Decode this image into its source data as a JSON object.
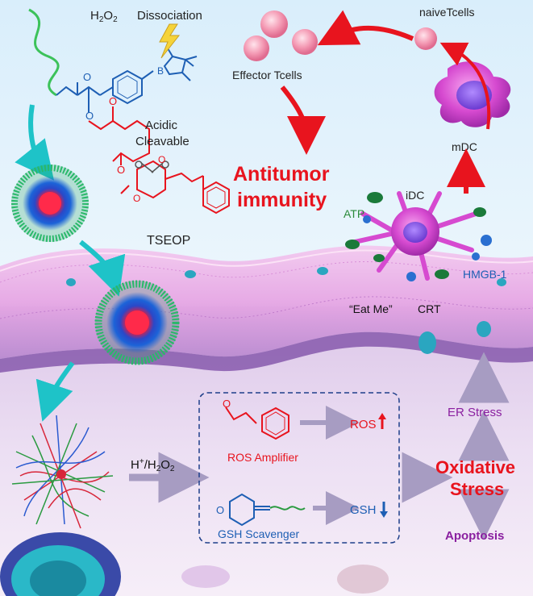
{
  "labels": {
    "h2o2_main": "H",
    "h2o2_sub1": "2",
    "h2o2_mid": "O",
    "h2o2_sub2": "2",
    "dissociation": "Dissociation",
    "acidic_line1": "Acidic",
    "acidic_line2": "Cleavable",
    "tseop": "TSEOP",
    "naive_tcells": "naiveTcells",
    "effector_tcells": "Effector Tcells",
    "mdc": "mDC",
    "idc": "iDC",
    "atp": "ATP",
    "hmgb1": "HMGB-1",
    "eat_me": "“Eat Me”",
    "crt": "CRT",
    "antitumor_line1": "Antitumor",
    "antitumor_line2": "immunity",
    "trigger_h": "H",
    "trigger_plus": "+",
    "trigger_slash": "/H",
    "trigger_sub1": "2",
    "trigger_o": "O",
    "trigger_sub2": "2",
    "ros_amplifier": "ROS Amplifier",
    "gsh_scavenger": "GSH Scavenger",
    "ros": "ROS",
    "gsh": "GSH",
    "oxidative_line1": "Oxidative",
    "oxidative_line2": "Stress",
    "er_stress": "ER Stress",
    "apoptosis": "Apoptosis",
    "chem_o1": "O",
    "chem_o2": "O",
    "chem_o3": "O",
    "chem_o4": "O",
    "chem_o5": "O",
    "chem_o6": "O",
    "chem_b": "B",
    "ros_amp_o": "O",
    "gsh_o": "O"
  },
  "colors": {
    "red": "#e8141e",
    "blue": "#1e5fb4",
    "purple": "#8a1fa0",
    "green": "#2a8a3a",
    "sky_top": "#dff0fb",
    "sky_bottom": "#eaf6fd",
    "lower_top": "#e6d6ee",
    "lower_bottom": "#f4eaf6"
  }
}
